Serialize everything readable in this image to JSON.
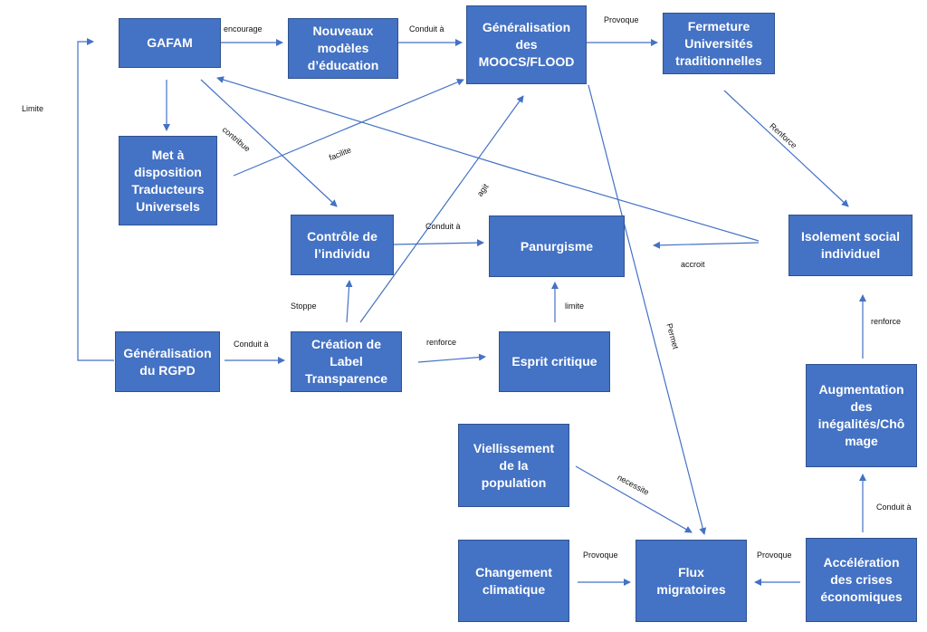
{
  "nodes": {
    "gafam": "GAFAM",
    "nouveaux_modeles": "Nouveaux\nmodèles\nd’éducation",
    "generalisation_moocs": "Généralisation\ndes\nMOOCS/FLOOD",
    "fermeture": "Fermeture\nUniversités\ntraditionnelles",
    "traducteurs": "Met à\ndisposition\nTraducteurs\nUniversels",
    "controle": "Contrôle de\nl’individu",
    "panurgisme": "Panurgisme",
    "isolement": "Isolement social\nindividuel",
    "rgpd": "Généralisation\ndu RGPD",
    "label": "Création de\nLabel\nTransparence",
    "esprit": "Esprit critique",
    "inegalites": "Augmentation\ndes\ninégalités/Chô\nmage",
    "vieillissement": "Viellissement\nde la\npopulation",
    "climatique": "Changement\nclimatique",
    "flux": "Flux\nmigratoires",
    "crises": "Accélération\ndes crises\néconomiques"
  },
  "edge_labels": {
    "limite_left": "Limite",
    "encourage": "encourage",
    "conduit_a_1": "Conduit à",
    "provoque_1": "Provoque",
    "renforce_1": "Renforce",
    "contribue": "contribue",
    "facilite": "facilite",
    "agit": "agit",
    "conduit_a_2": "Conduit à",
    "accroit": "accroit",
    "stoppe": "Stoppe",
    "limite_2": "limite",
    "permet": "Permet",
    "renforce_2": "renforce",
    "conduit_a_3": "Conduit à",
    "renforce_3": "renforce",
    "necessite": "necessite",
    "provoque_2": "Provoque",
    "provoque_3": "Provoque",
    "conduit_a_4": "Conduit à"
  },
  "colors": {
    "node_fill": "#4472c4",
    "line": "#4472c4",
    "text": "#ffffff"
  }
}
